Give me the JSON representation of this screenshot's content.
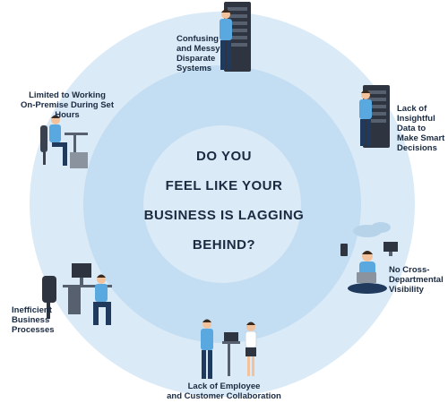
{
  "center_question": {
    "line1": "DO YOU",
    "line2": "FEEL LIKE YOUR",
    "line3": "BUSINESS IS LAGGING",
    "line4": "BEHIND?"
  },
  "issues": [
    {
      "lines": [
        "Confusing",
        "and Messy",
        "Disparate",
        "Systems"
      ]
    },
    {
      "lines": [
        "Lack of",
        "Insightful",
        "Data to",
        "Make Smart",
        "Decisions"
      ]
    },
    {
      "lines": [
        "No Cross-",
        "Departmental",
        "Visibility"
      ]
    },
    {
      "lines": [
        "Lack of Employee",
        "and Customer Collaboration"
      ]
    },
    {
      "lines": [
        "Inefficient",
        "Business",
        "Processes"
      ]
    },
    {
      "lines": [
        "Limited to Working",
        "On-Premise During Set Hours"
      ]
    }
  ],
  "colors": {
    "outer_ring": "#daeaf7",
    "inner_ring": "#c3ddf2",
    "center": "#daeaf7",
    "text": "#1a2a40",
    "shirt": "#5aa8e0",
    "pants": "#1f3a5c",
    "skin": "#f2c29c",
    "hair": "#3a2a1e",
    "rack": "#2e3440"
  }
}
